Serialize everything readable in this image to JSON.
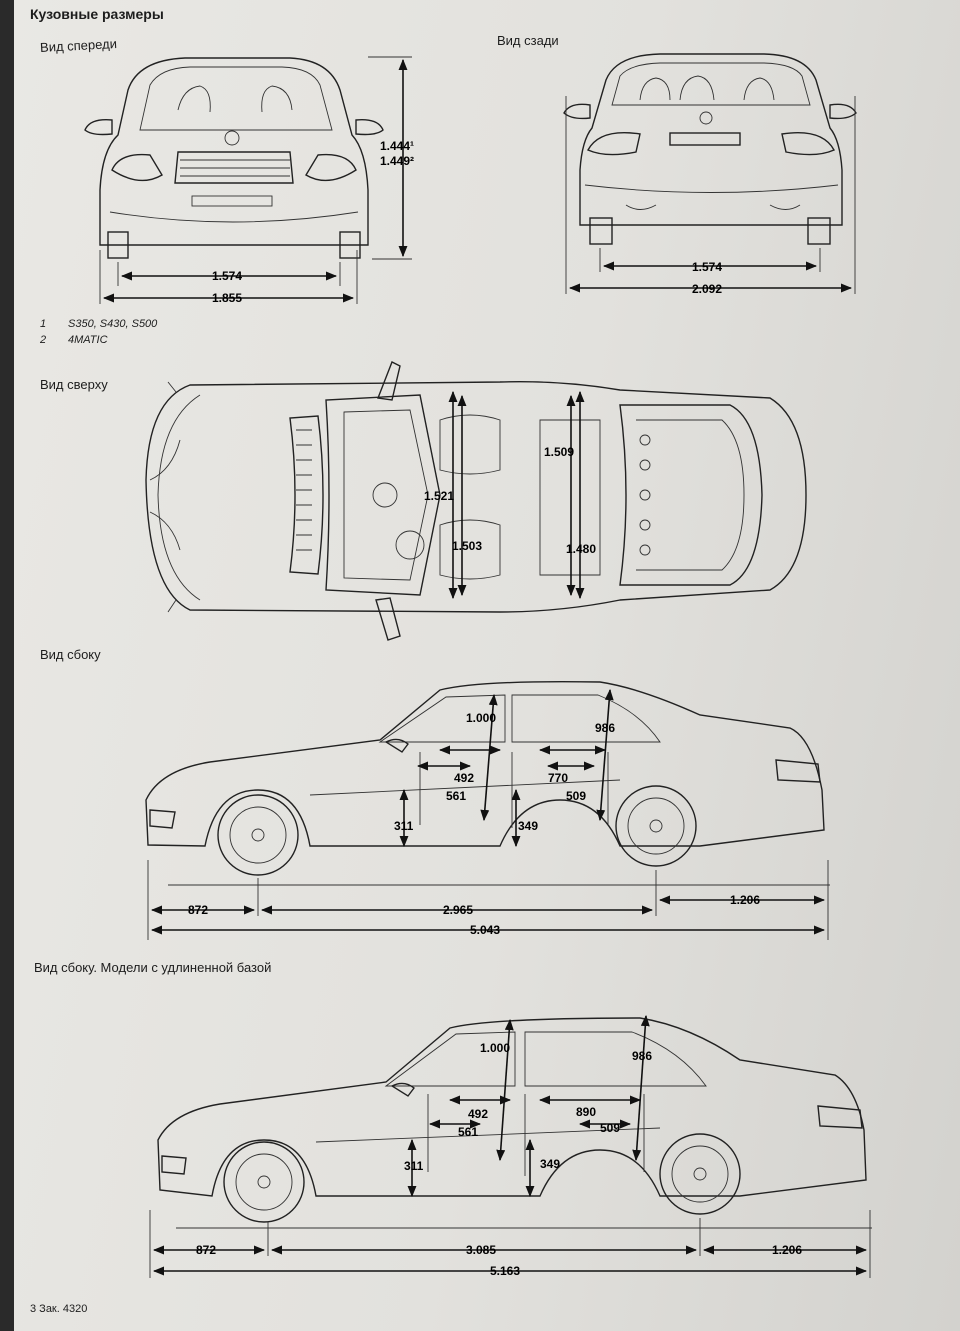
{
  "header": {
    "title": "Кузовные размеры"
  },
  "views": {
    "front": "Вид спереди",
    "rear": "Вид сзади",
    "top": "Вид сверху",
    "side": "Вид сбоку",
    "side_long": "Вид сбоку. Модели с удлиненной базой"
  },
  "footnotes": [
    {
      "num": "1",
      "text": "S350, S430, S500"
    },
    {
      "num": "2",
      "text": "4MATIC"
    }
  ],
  "dims": {
    "front_height_1": "1.444¹",
    "front_height_2": "1.449²",
    "front_track": "1.574",
    "front_width": "1.855",
    "rear_track": "1.574",
    "rear_width": "2.092",
    "top_rear_seat_width": "1.509",
    "top_front_width": "1.521",
    "top_front_shoulder": "1.503",
    "top_rear_shoulder": "1.480",
    "side_front_headroom": "1.000",
    "side_rear_headroom": "986",
    "side_front_legroom": "492",
    "side_rear_legroom": "770",
    "side_front_seat": "561",
    "side_rear_seat": "509",
    "side_front_seat_height": "311",
    "side_rear_seat_height": "349",
    "side_front_overhang": "872",
    "side_wheelbase": "2.965",
    "side_rear_overhang": "1.206",
    "side_length": "5.043",
    "long_front_headroom": "1.000",
    "long_rear_headroom": "986",
    "long_front_legroom": "492",
    "long_rear_legroom": "890",
    "long_front_seat": "561",
    "long_rear_seat": "509",
    "long_front_seat_height": "311",
    "long_rear_seat_height": "349",
    "long_front_overhang": "872",
    "long_wheelbase": "3.085",
    "long_rear_overhang": "1.206",
    "long_length": "5.163"
  },
  "footer": {
    "page_mark": "3 Зак. 4320"
  }
}
